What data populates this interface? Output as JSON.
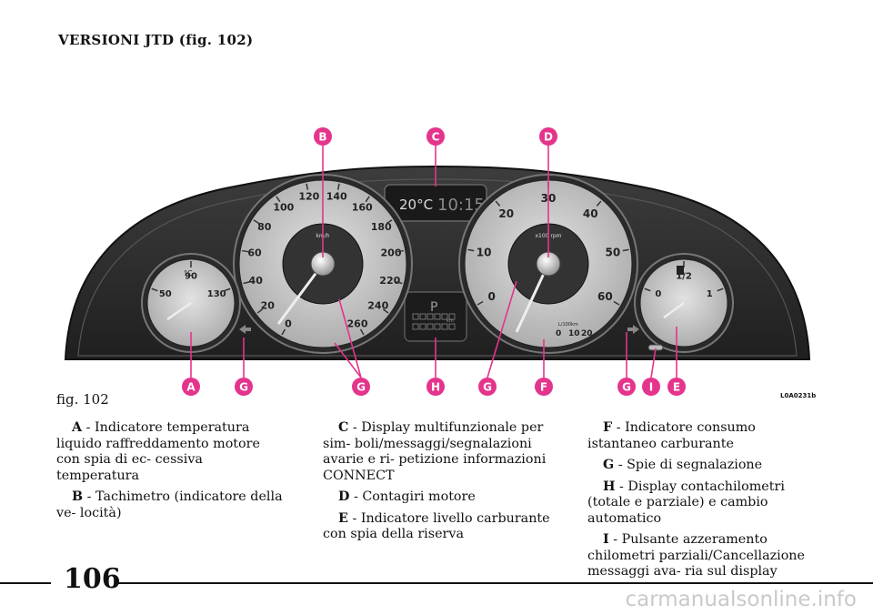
{
  "section_title": "VERSIONI JTD (fig. 102)",
  "figure": {
    "label": "fig. 102",
    "code": "L0A0231b",
    "callouts": [
      "A",
      "G",
      "G",
      "H",
      "G",
      "F",
      "G",
      "I",
      "E",
      "B",
      "C",
      "D"
    ],
    "display": {
      "temperature": "20°C",
      "time": "10:15"
    },
    "speedometer": {
      "unit": "km/h",
      "ticks": [
        "0",
        "20",
        "40",
        "60",
        "80",
        "100",
        "120",
        "140",
        "160",
        "180",
        "200",
        "220",
        "240",
        "260"
      ]
    },
    "tachometer": {
      "unit": "x100 rpm",
      "ticks": [
        "0",
        "10",
        "20",
        "30",
        "40",
        "50",
        "60"
      ]
    },
    "consumption": {
      "unit": "L/100km",
      "ticks": [
        "0",
        "10",
        "20"
      ]
    },
    "temp_gauge": {
      "ticks": [
        "50",
        "90",
        "130"
      ],
      "symbol": "°C"
    },
    "fuel_gauge": {
      "ticks": [
        "0",
        "1/2",
        "1"
      ]
    },
    "gear_display": "P",
    "odo_unit": "km"
  },
  "descriptions": {
    "A": {
      "letter": "A",
      "text": " - Indicatore temperatura liquido raffreddamento motore con spia di ec- cessiva temperatura"
    },
    "B": {
      "letter": "B",
      "text": " - Tachimetro (indicatore della ve- locità)"
    },
    "C": {
      "letter": "C",
      "text": " - Display multifunzionale per sim- boli/messaggi/segnalazioni avarie e ri- petizione informazioni CONNECT"
    },
    "D": {
      "letter": "D",
      "text": " - Contagiri motore"
    },
    "E": {
      "letter": "E",
      "text": " - Indicatore livello carburante con spia della riserva"
    },
    "F": {
      "letter": "F",
      "text": " - Indicatore consumo istantaneo carburante"
    },
    "G": {
      "letter": "G",
      "text": " - Spie di segnalazione"
    },
    "H": {
      "letter": "H",
      "text": " - Display contachilometri (totale e parziale) e cambio automatico"
    },
    "I": {
      "letter": "I",
      "text": " - Pulsante azzeramento chilometri parziali/Cancellazione messaggi ava- ria sul display"
    }
  },
  "page_number": "106",
  "watermark": "carmanualsonline.info",
  "colors": {
    "callout": "#e4348c",
    "dash": "#2b2b2b",
    "dial": "#cfcfcf"
  }
}
